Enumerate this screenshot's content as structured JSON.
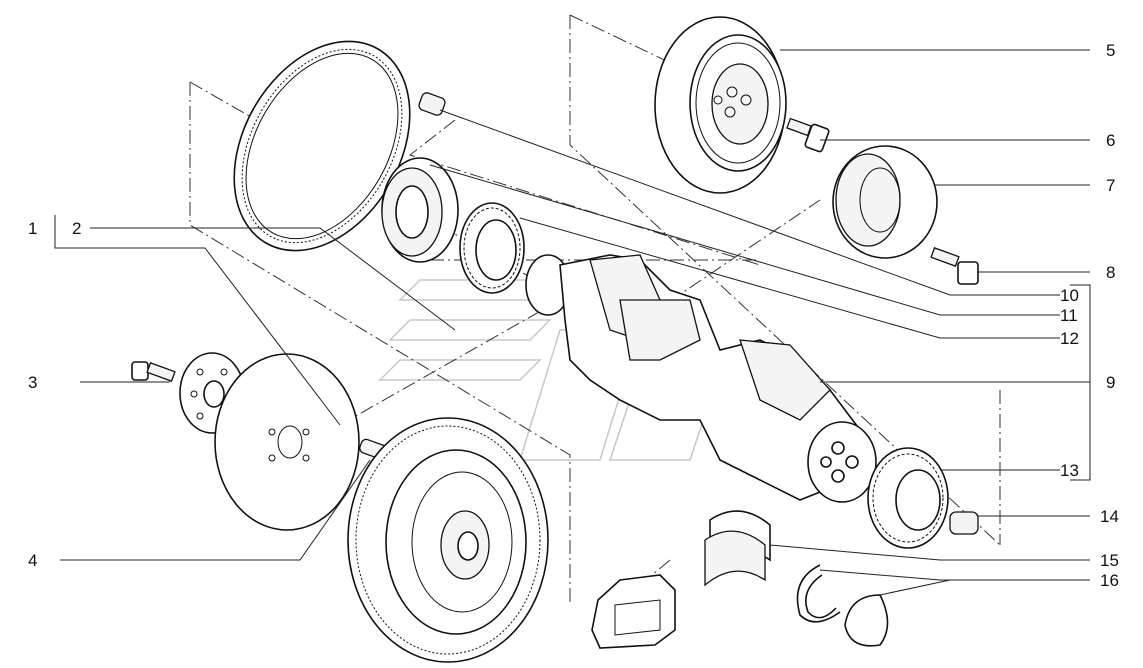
{
  "callouts": [
    {
      "id": "c1",
      "text": "1"
    },
    {
      "id": "c2",
      "text": "2"
    },
    {
      "id": "c3",
      "text": "3"
    },
    {
      "id": "c4",
      "text": "4"
    },
    {
      "id": "c5",
      "text": "5"
    },
    {
      "id": "c6",
      "text": "6"
    },
    {
      "id": "c7",
      "text": "7"
    },
    {
      "id": "c8",
      "text": "8"
    },
    {
      "id": "c9",
      "text": "9"
    },
    {
      "id": "c10",
      "text": "10"
    },
    {
      "id": "c11",
      "text": "11"
    },
    {
      "id": "c12",
      "text": "12"
    },
    {
      "id": "c13",
      "text": "13"
    },
    {
      "id": "c14",
      "text": "14"
    },
    {
      "id": "c15",
      "text": "15"
    },
    {
      "id": "c16",
      "text": "16"
    }
  ],
  "colors": {
    "line": "#111111",
    "background": "#ffffff",
    "watermark": "#c8c8c8"
  }
}
